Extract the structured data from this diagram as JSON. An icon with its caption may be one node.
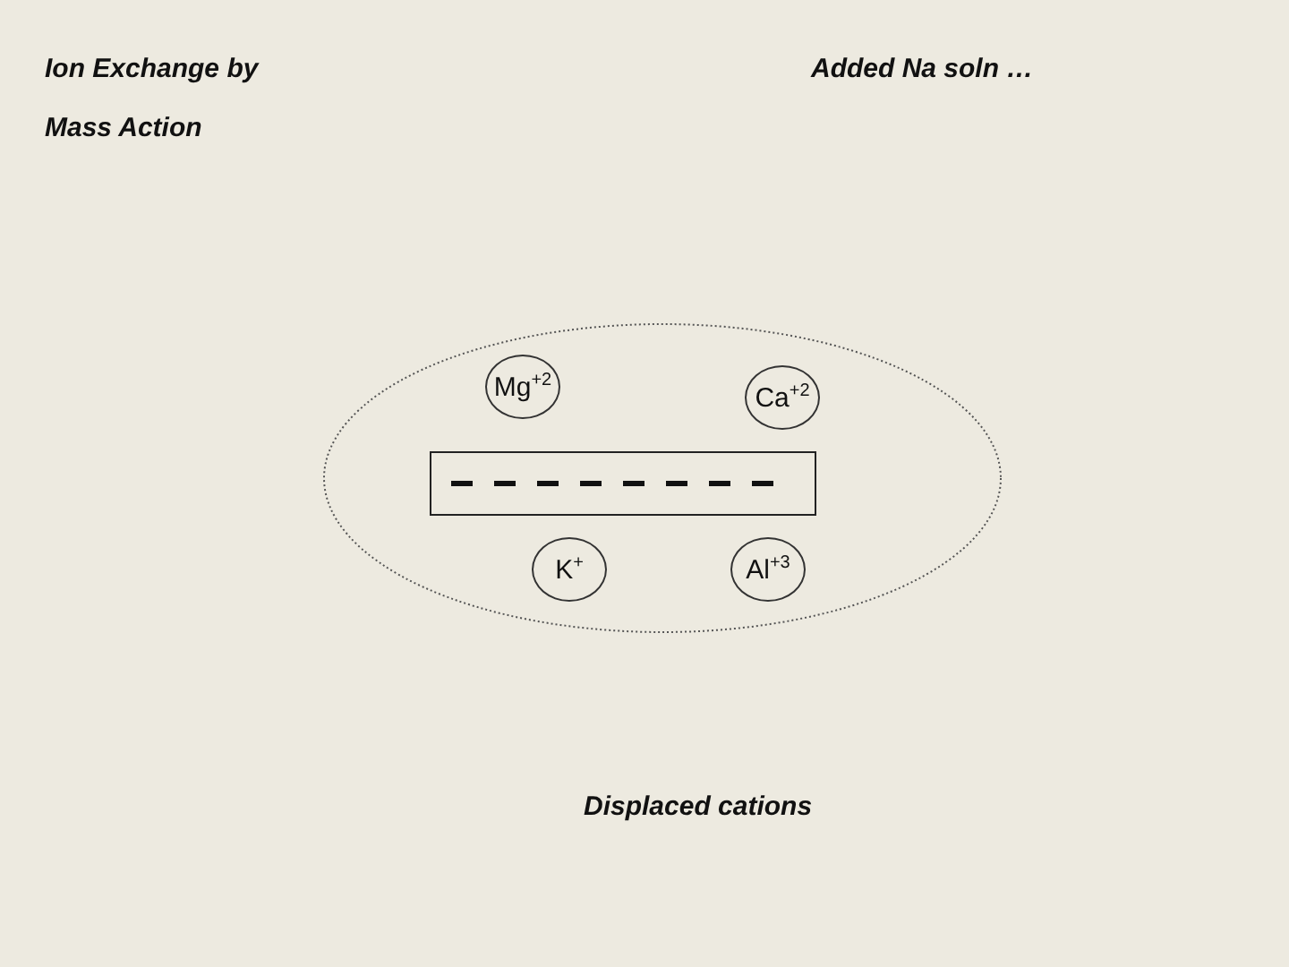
{
  "diagram": {
    "title": "Ion Exchange by Mass Action",
    "nodes": [
      {
        "text": [],
        "shape": "ellipse"
      },
      {
        "text": [
          "Mg$^{+2}$"
        ],
        "in": 0
      },
      {
        "text": [
          "Ca$^{+2}$"
        ],
        "in": 0
      },
      {
        "text": [],
        "shape": "box",
        "in": 0
      },
      {
        "text": [
          "K$^{+}$"
        ],
        "in": 0
      },
      {
        "text": [
          "Al$^{+3}$"
        ],
        "in": 0
      }
    ],
    "labels": [
      "Added Na soln …",
      "Displaced cations"
    ]
  }
}
